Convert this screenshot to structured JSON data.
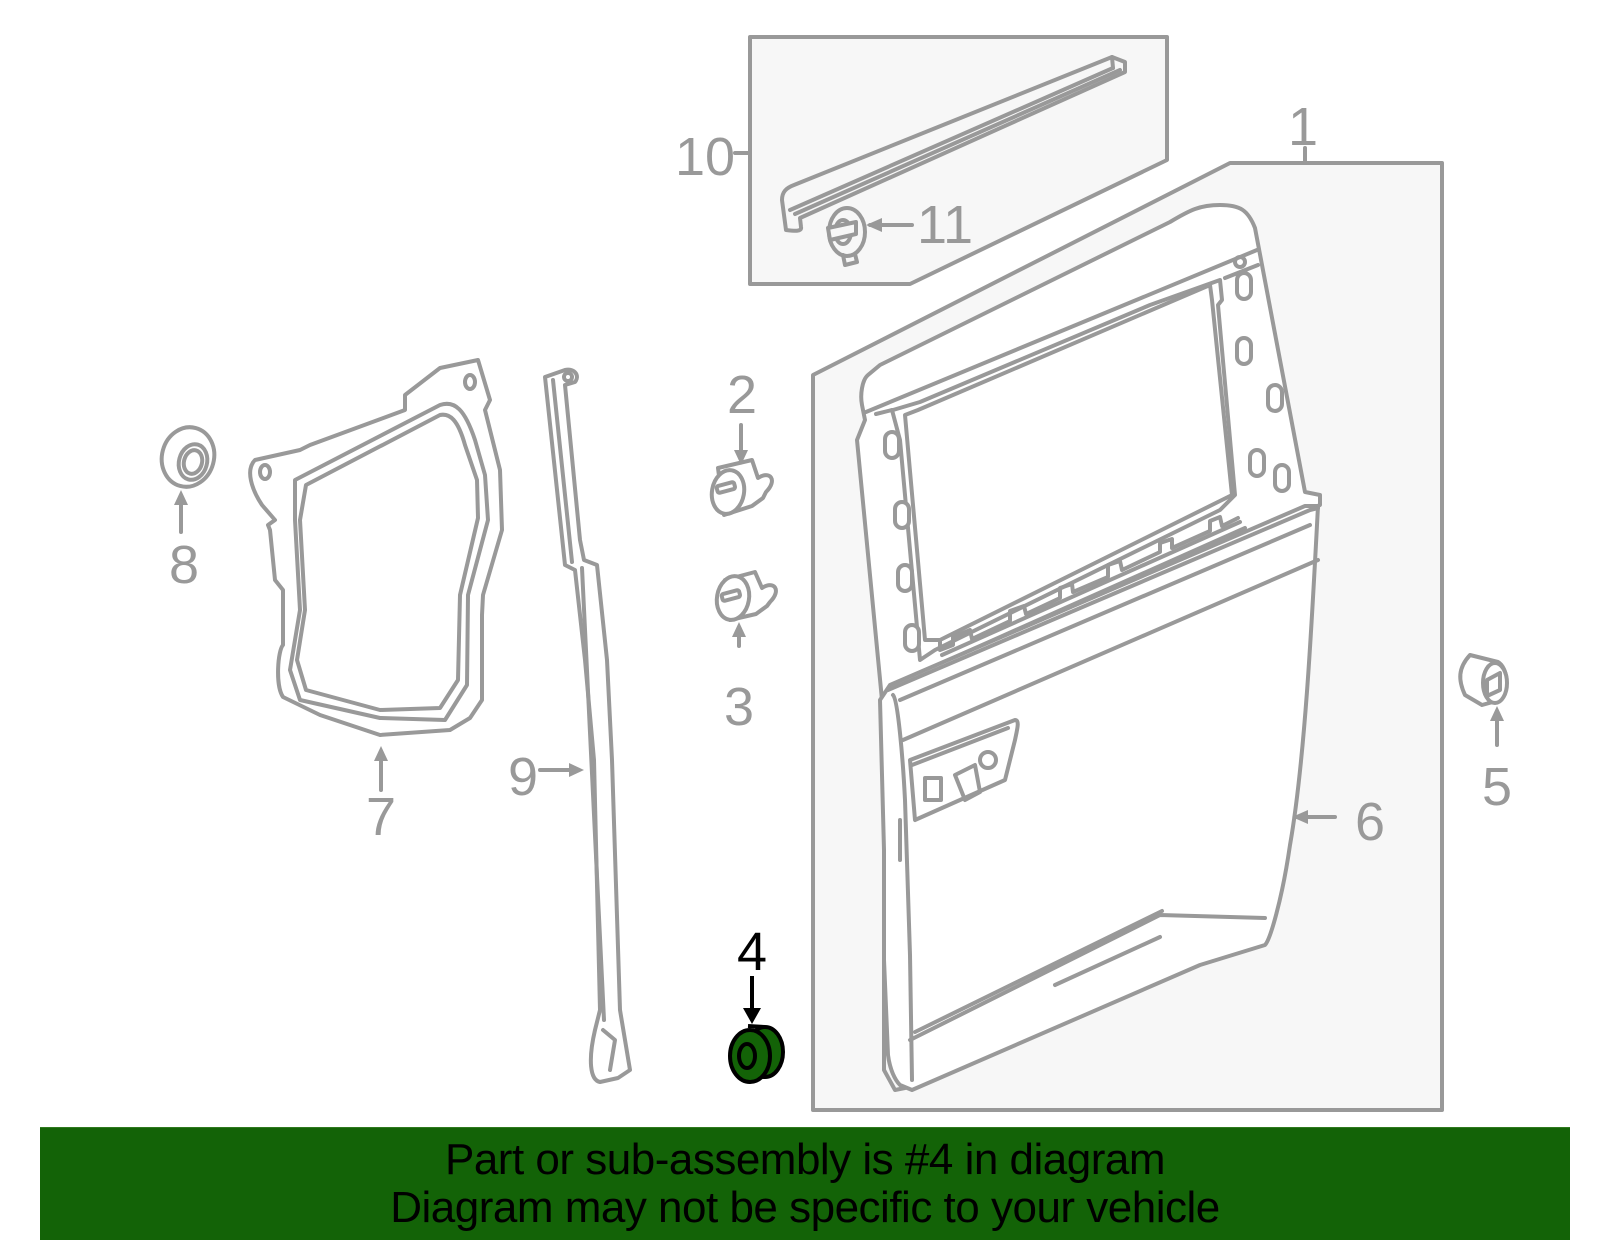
{
  "diagram": {
    "title": "Sliding door exploded parts diagram",
    "highlight_color": "#136307",
    "line_color": "#999999",
    "box_fill": "#f7f7f7",
    "highlighted_part": "4",
    "callouts": [
      {
        "id": "1",
        "label": "1"
      },
      {
        "id": "2",
        "label": "2"
      },
      {
        "id": "3",
        "label": "3"
      },
      {
        "id": "4",
        "label": "4"
      },
      {
        "id": "5",
        "label": "5"
      },
      {
        "id": "6",
        "label": "6"
      },
      {
        "id": "7",
        "label": "7"
      },
      {
        "id": "8",
        "label": "8"
      },
      {
        "id": "9",
        "label": "9"
      },
      {
        "id": "10",
        "label": "10"
      },
      {
        "id": "11",
        "label": "11"
      }
    ]
  },
  "banner": {
    "line1": "Part or sub-assembly is #4 in diagram",
    "line2": "Diagram may not be specific to your vehicle",
    "background": "#136307"
  }
}
